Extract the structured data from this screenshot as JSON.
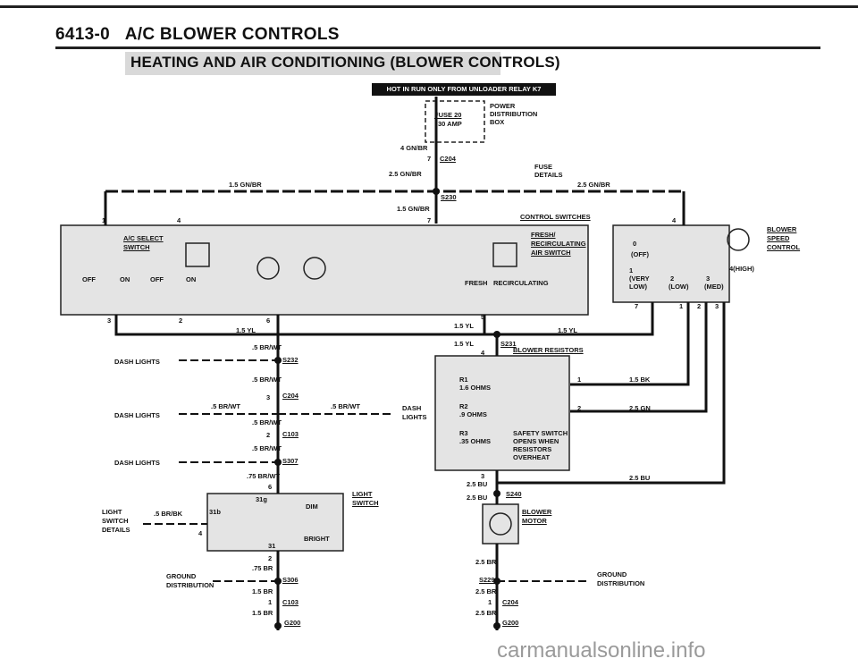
{
  "header": {
    "section": "6413-0",
    "title": "A/C BLOWER CONTROLS",
    "banner": "HEATING AND AIR CONDITIONING (BLOWER CONTROLS)",
    "k7_note": "HOT IN RUN ONLY FROM UNLOADER RELAY K7"
  },
  "fuse_box": {
    "fuse": "FUSE 20",
    "amp": "30 AMP",
    "power": "POWER",
    "distribution": "DISTRIBUTION",
    "box": "BOX"
  },
  "wires": {
    "w4gnbr": "4 GN/BR",
    "w25gnbr_left": "2.5 GN/BR",
    "w25gnbr_right": "2.5 GN/BR",
    "w15gnbr_top": "1.5 GN/BR",
    "w15gnbr_mid": "1.5 GN/BR",
    "w15yl_left": "1.5 YL",
    "w15yl_mid": "1.5 YL",
    "w15yl_right": "1.5 YL",
    "w15yl_low": "1.5 YL",
    "w5brwt_1": ".5 BR/WT",
    "w5brwt_2": ".5 BR/WT",
    "w5brwt_3": ".5 BR/WT",
    "w5brwt_4": ".5 BR/WT",
    "w5brwt_5": ".5 BR/WT",
    "w5brwt_6": ".5 BR/WT",
    "w75brwt": ".75 BR/WT",
    "w5brbk": ".5 BR/BK",
    "w75br": ".75 BR",
    "w15br_1": "1.5 BR",
    "w15br_2": "1.5 BR",
    "w15bk": "1.5 BK",
    "w25gn": "2.5 GN",
    "w25bu_right": "2.5 BU",
    "w25bu_1": "2.5 BU",
    "w25bu_2": "2.5 BU",
    "w25br_1": "2.5 BR",
    "w25br_2": "2.5 BR",
    "w25br_3": "2.5 BR"
  },
  "connectors": {
    "c204": "C204",
    "c204b": "C204",
    "c204c": "C204",
    "c103": "C103",
    "c103b": "C103",
    "s230": "S230",
    "s231": "S231",
    "s232": "S232",
    "s307": "S307",
    "s306": "S306",
    "s240": "S240",
    "s229": "S229",
    "g200a": "G200",
    "g200b": "G200"
  },
  "pins": {
    "p7": "7",
    "p1": "1",
    "p4": "4",
    "p7b": "7",
    "p4b": "4",
    "p3": "3",
    "p2": "2",
    "p6": "6",
    "p5": "5",
    "p4c": "4",
    "p1r": "1",
    "p2r": "2",
    "p3r": "3",
    "p7r": "7",
    "p1r2": "1",
    "p2r2": "2",
    "p3r2": "3",
    "p3c": "3",
    "p2c": "2",
    "p6c": "6",
    "p31g": "31g",
    "p31b": "31b",
    "p4d": "4",
    "p31": "31",
    "p2d": "2",
    "p1d": "1",
    "p3e": "3",
    "p1e": "1"
  },
  "labels": {
    "fuse_details": "FUSE",
    "fuse_details2": "DETAILS",
    "control_switches": "CONTROL SWITCHES",
    "ac_select": "A/C SELECT",
    "switch": "SWITCH",
    "off1": "OFF",
    "on1": "ON",
    "off2": "OFF",
    "on2": "ON",
    "fresh": "FRESH/",
    "recirc": "RECIRCULATING",
    "air_switch": "AIR SWITCH",
    "fresh_pos": "FRESH",
    "recirc_pos": "RECIRCULATING",
    "blower_speed": "BLOWER",
    "speed": "SPEED",
    "control": "CONTROL",
    "sp0": "0",
    "sp_off": "(OFF)",
    "sp1": "1",
    "sp_very": "(VERY",
    "sp_low": "LOW)",
    "sp2": "2",
    "sp2b": "(LOW)",
    "sp3": "3",
    "sp3b": "(MED)",
    "sp4": "4(HIGH)",
    "blower_resistors": "BLOWER RESISTORS",
    "r1": "R1",
    "r1v": "1.6 OHMS",
    "r2": "R2",
    "r2v": ".9 OHMS",
    "r3": "R3",
    "r3v": ".35 OHMS",
    "safety1": "SAFETY SWITCH",
    "safety2": "OPENS WHEN",
    "safety3": "RESISTORS",
    "safety4": "OVERHEAT",
    "dash_lights1": "DASH LIGHTS",
    "dash_lights2": "DASH LIGHTS",
    "dash_lights3": "DASH LIGHTS",
    "dash_r1": "DASH",
    "dash_r2": "LIGHTS",
    "light_switch": "LIGHT",
    "light_switch2": "SWITCH",
    "dim": "DIM",
    "bright": "BRIGHT",
    "ls_details1": "LIGHT",
    "ls_details2": "SWITCH",
    "ls_details3": "DETAILS",
    "ground_dist1": "GROUND",
    "ground_dist2": "DISTRIBUTION",
    "ground_dist3": "GROUND",
    "ground_dist4": "DISTRIBUTION",
    "blower_motor": "BLOWER",
    "motor": "MOTOR"
  },
  "footer": {
    "watermark": "carmanualsonline.info"
  }
}
